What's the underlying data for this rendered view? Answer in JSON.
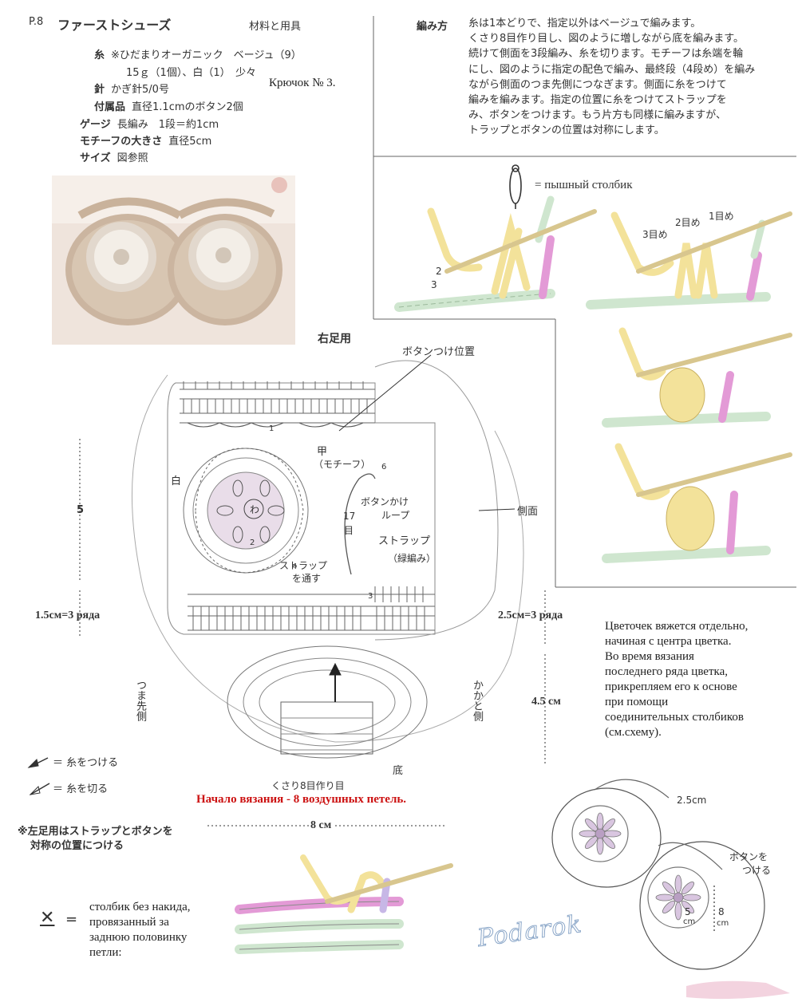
{
  "header": {
    "page_no": "P.8",
    "title": "ファーストシューズ",
    "materials_heading": "材料と用具"
  },
  "materials": {
    "yarn_label": "糸",
    "yarn_value": "※ひだまりオーガニック　ベージュ（9）",
    "yarn_amount": "15ｇ（1個）、白（1）　少々",
    "hook_label": "針",
    "hook_value": "かぎ針5/0号",
    "hook_ru": "Крючок № 3.",
    "notions_label": "付属品",
    "notions_value": "直径1.1cmのボタン2個",
    "gauge_label": "ゲージ",
    "gauge_value": "長編み　1段＝約1cm",
    "motif_label": "モチーフの大きさ",
    "motif_value": "直径5cm",
    "size_label": "サイズ",
    "size_value": "図参照"
  },
  "method": {
    "label": "編み方",
    "lines": [
      "糸は1本どりで、指定以外はベージュで編みます。",
      "くさり8目作り目し、図のように増しながら底を編みます。",
      "続けて側面を3段編み、糸を切ります。モチーフは糸端を輪",
      "にし、図のように指定の配色で編み、最終段（4段め）を編み",
      "ながら側面のつま先側につなぎます。側面に糸をつけて",
      "編みを編みます。指定の位置に糸をつけてストラップを",
      "み、ボタンをつけます。もう片方も同様に編みますが、",
      "トラップとボタンの位置は対称にします。"
    ]
  },
  "stitch_legend": {
    "puff_stitch_ru": "= пышный столбик"
  },
  "tech_labels": {
    "row1": "1目め",
    "row2": "2目め",
    "row3": "3目め",
    "n2": "2",
    "n3": "3"
  },
  "diagram": {
    "title": "右足用",
    "button_pos": "ボタンつけ位置",
    "white": "白",
    "instep": "甲",
    "motif": "（モチーフ）",
    "wa": "わ",
    "button_loop": "ボタンかけ",
    "loop": "ループ",
    "rows_17": "17",
    "rows_unit": "目",
    "strap": "ストラップ",
    "strap_edge": "（緑編み）",
    "strap_through": "ストラップ",
    "strap_through2": "を通す",
    "side": "側面",
    "toe_side": "つま先側",
    "heel_side": "かかと側",
    "sole": "底",
    "chain8": "くさり8目作り目",
    "start_ru": "Начало вязания - 8 воздушных петель.",
    "dim_5": "5",
    "dim_15": "1.5см=3 ряда",
    "dim_25": "2.5см=3 ряда",
    "dim_45": "4.5 см",
    "dim_8": "8 см",
    "num_1": "1",
    "num_2": "2",
    "num_3": "3",
    "num_4": "4",
    "num_6": "6"
  },
  "flower_note_ru": [
    "Цветочек вяжется отдельно,",
    "начиная с центра цветка.",
    "Во время вязания",
    "последнего ряда цветка,",
    "прикрепляем его к основе",
    "при помощи",
    "соединительных столбиков",
    "(см.схему)."
  ],
  "symbols": {
    "attach": "＝ 糸をつける",
    "cut": "＝ 糸を切る"
  },
  "left_note": [
    "※左足用はストラップとボタンを",
    "対称の位置につける"
  ],
  "shoe_sketch": {
    "dim_25": "2.5cm",
    "dim_5": "5",
    "dim_5u": "cm",
    "dim_8": "8",
    "dim_8u": "cm",
    "button_attach": "ボタンを",
    "button_attach2": "つける"
  },
  "bottom_legend": {
    "symbol": "✕",
    "eq": "=",
    "lines": [
      "столбик без накида,",
      "провязанный за",
      "заднюю половинку",
      "петли:"
    ]
  },
  "watermark": "Podarok",
  "colors": {
    "yarn_beige": "#f3e29a",
    "yarn_pink": "#e39ad6",
    "yarn_green": "#cfe6cf",
    "accent_red": "#cc1111",
    "photo_bg": "#f0e6df"
  }
}
